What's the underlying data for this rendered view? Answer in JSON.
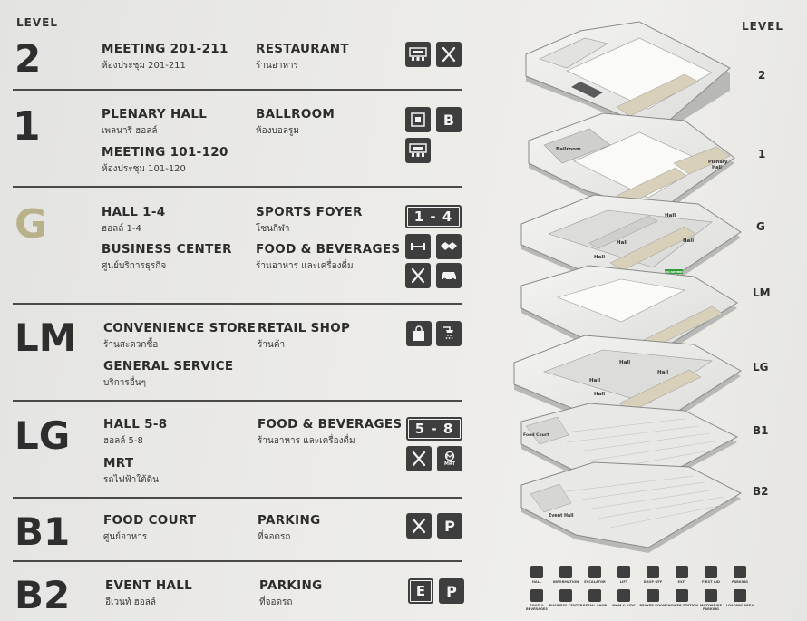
{
  "header": {
    "level_left": "LEVEL",
    "level_right": "LEVEL"
  },
  "floors": [
    {
      "level": "2",
      "items": [
        {
          "en": "MEETING 201-211",
          "th": "ห้องประชุม 201-211"
        },
        {
          "en": "RESTAURANT",
          "th": "ร้านอาหาร"
        }
      ],
      "icons": [
        "meeting-room-icon",
        "restaurant-icon"
      ]
    },
    {
      "level": "1",
      "items": [
        {
          "en": "PLENARY HALL",
          "th": "เพลนารี ฮอลล์"
        },
        {
          "en": "BALLROOM",
          "th": "ห้องบอลรูม"
        },
        {
          "en": "MEETING 101-120",
          "th": "ห้องประชุม 101-120"
        }
      ],
      "icons": [
        "plenary-hall-icon",
        "ballroom-icon",
        "meeting-room-icon"
      ]
    },
    {
      "level": "G",
      "items": [
        {
          "en": "HALL 1-4",
          "th": "ฮอลล์ 1-4"
        },
        {
          "en": "SPORTS FOYER",
          "th": "โซนกีฬา"
        },
        {
          "en": "BUSINESS CENTER",
          "th": "ศูนย์บริการธุรกิจ"
        },
        {
          "en": "FOOD & BEVERAGES",
          "th": "ร้านอาหาร และเครื่องดื่ม"
        }
      ],
      "icons": [
        "hall-range-badge",
        "sports-foyer-icon",
        "business-center-icon",
        "food-beverage-icon",
        "car-service-icon"
      ],
      "badge": "1 - 4"
    },
    {
      "level": "LM",
      "items": [
        {
          "en": "CONVENIENCE STORE",
          "th": "ร้านสะดวกซื้อ"
        },
        {
          "en": "RETAIL SHOP",
          "th": "ร้านค้า"
        },
        {
          "en": "GENERAL SERVICE",
          "th": "บริการอื่นๆ"
        }
      ],
      "icons": [
        "shopping-bag-icon",
        "shower-icon"
      ]
    },
    {
      "level": "LG",
      "items": [
        {
          "en": "HALL 5-8",
          "th": "ฮอลล์ 5-8"
        },
        {
          "en": "FOOD & BEVERAGES",
          "th": "ร้านอาหาร และเครื่องดื่ม"
        },
        {
          "en": "MRT",
          "th": "รถไฟฟ้าใต้ดิน"
        }
      ],
      "icons": [
        "hall-range-badge",
        "food-beverage-icon",
        "mrt-icon"
      ],
      "badge": "5 - 8",
      "mrt_label": "MRT"
    },
    {
      "level": "B1",
      "items": [
        {
          "en": "FOOD COURT",
          "th": "ศูนย์อาหาร"
        },
        {
          "en": "PARKING",
          "th": "ที่จอดรถ"
        }
      ],
      "icons": [
        "food-court-icon",
        "parking-icon"
      ],
      "parking_letter": "P"
    },
    {
      "level": "B2",
      "items": [
        {
          "en": "EVENT HALL",
          "th": "อีเวนท์ ฮอลล์"
        },
        {
          "en": "PARKING",
          "th": "ที่จอดรถ"
        }
      ],
      "icons": [
        "event-hall-icon",
        "parking-icon"
      ],
      "event_letter": "E",
      "parking_letter": "P"
    }
  ],
  "ballroom_letter": "B",
  "map": {
    "levels": [
      "2",
      "1",
      "G",
      "LM",
      "LG",
      "B1",
      "B2"
    ],
    "labels": {
      "ballroom": "Ballroom",
      "plenary": "Plenary\nHall",
      "hall": "Hall",
      "food_court": "Food Court",
      "event_hall": "Event Hall",
      "you_are_here": "YOU ARE HERE"
    }
  },
  "legend": [
    {
      "icon": "hall-icon",
      "label": "HALL"
    },
    {
      "icon": "information-icon",
      "label": "INFORMATION"
    },
    {
      "icon": "escalator-icon",
      "label": "ESCALATOR"
    },
    {
      "icon": "lift-icon",
      "label": "LIFT"
    },
    {
      "icon": "drop-off-icon",
      "label": "DROP OFF"
    },
    {
      "icon": "exit-icon",
      "label": "EXIT"
    },
    {
      "icon": "first-aid-icon",
      "label": "FIRST AID"
    },
    {
      "icon": "parking-icon",
      "label": "PARKING"
    },
    {
      "icon": "food-beverage-icon",
      "label": "FOOD & BEVERAGES"
    },
    {
      "icon": "business-center-icon",
      "label": "BUSINESS CENTER"
    },
    {
      "icon": "retail-shop-icon",
      "label": "RETAIL SHOP"
    },
    {
      "icon": "mom-and-kids-icon",
      "label": "MOM & KIDS"
    },
    {
      "icon": "prayer-room-icon",
      "label": "PRAYER ROOM"
    },
    {
      "icon": "shower-station-icon",
      "label": "SHOWER STATION"
    },
    {
      "icon": "motorbike-parking-icon",
      "label": "MOTORBIKE PARKING"
    },
    {
      "icon": "loading-area-icon",
      "label": "LOADING AREA"
    }
  ],
  "colors": {
    "icon_bg": "#3e3e3e",
    "separator": "#4a4a4a",
    "level_g": "#b9b18a",
    "background": "#ecebe8"
  }
}
